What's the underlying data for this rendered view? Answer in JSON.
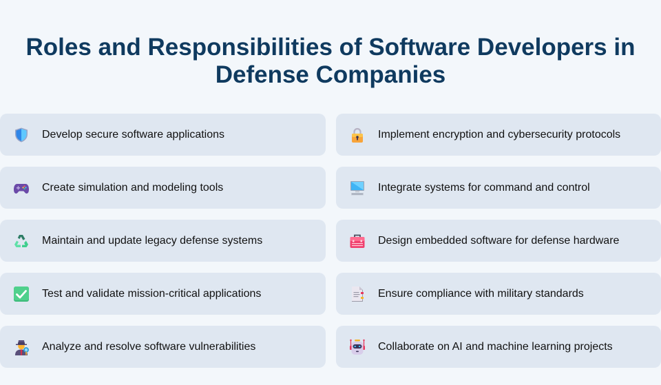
{
  "header": {
    "title": "Roles and Responsibilities of Software Developers in Defense Companies"
  },
  "colors": {
    "background": "#f3f7fb",
    "card": "#dfe7f1",
    "title": "#0f3a5f",
    "text": "#111111"
  },
  "items": [
    {
      "icon": "shield-icon",
      "label": "Develop secure software applications"
    },
    {
      "icon": "lock-icon",
      "label": "Implement encryption and cybersecurity protocols"
    },
    {
      "icon": "game-controller-icon",
      "label": "Create simulation and modeling tools"
    },
    {
      "icon": "desktop-computer-icon",
      "label": "Integrate systems for command and control"
    },
    {
      "icon": "recycle-icon",
      "label": "Maintain and update legacy defense systems"
    },
    {
      "icon": "toolbox-icon",
      "label": "Design embedded software for defense hardware"
    },
    {
      "icon": "check-mark-icon",
      "label": "Test and validate mission-critical applications"
    },
    {
      "icon": "document-icon",
      "label": "Ensure compliance with military standards"
    },
    {
      "icon": "detective-icon",
      "label": "Analyze and resolve software vulnerabilities"
    },
    {
      "icon": "robot-icon",
      "label": "Collaborate on AI and machine learning projects"
    }
  ]
}
